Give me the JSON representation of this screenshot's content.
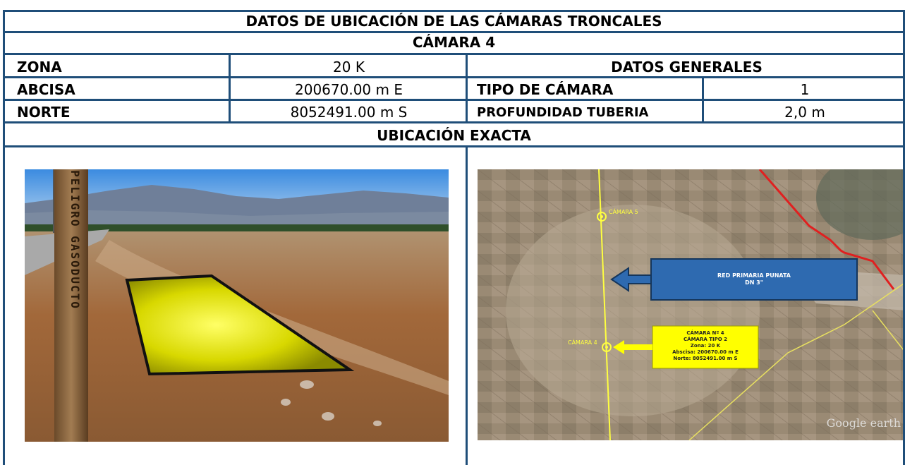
{
  "title": "DATOS DE UBICACIÓN DE LAS CÁMARAS TRONCALES",
  "subtitle": "CÁMARA 4",
  "rows": {
    "zona_label": "ZONA",
    "zona_value": "20 K",
    "datos_generales": "DATOS GENERALES",
    "abcisa_label": "ABCISA",
    "abcisa_value": "200670.00 m E",
    "tipo_label": "TIPO DE CÁMARA",
    "tipo_value": "1",
    "norte_label": "NORTE",
    "norte_value": "8052491.00 m S",
    "profundidad_label": "PROFUNDIDAD TUBERIA",
    "profundidad_value": "2,0 m"
  },
  "ubicacion_label": "UBICACIÓN EXACTA",
  "photo": {
    "post_text": "PELIGRO GASODUCTO"
  },
  "map": {
    "red_label_line1": "RED PRIMARIA PUNATA",
    "red_label_line2": "DN 3\"",
    "camara5_label": "CÁMARA 5",
    "camara4_label": "CÁMARA 4",
    "info_lines": [
      "CÁMARA Nº 4",
      "CÁMARA TIPO 2",
      "Zona: 20 K",
      "Abscisa: 200670.00 m E",
      "Norte: 8052491.00 m S"
    ],
    "watermark": "Google earth"
  },
  "colors": {
    "border": "#1f4e79",
    "highlight_yellow": "#ffff00",
    "arrow_blue": "#2e6ab0",
    "red_line": "#e02020"
  }
}
